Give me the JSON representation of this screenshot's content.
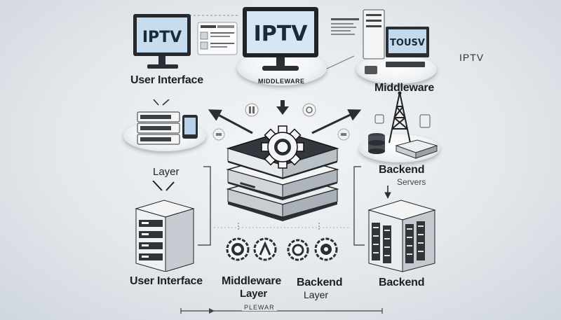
{
  "labels": {
    "top_left_screen": "IPTV",
    "center_screen": "IPTV",
    "center_platform": "MIDDLEWARE",
    "top_right_screen": "TOUSV",
    "iptv_corner": "IPTV",
    "user_interface_top": "User Interface",
    "middleware_top": "Middleware",
    "layer_left": "Layer",
    "backend_right": "Backend",
    "servers_right": "Servers",
    "user_interface_bottom": "User Interface",
    "middleware_layer_line1": "Middleware",
    "middleware_layer_line2": "Layer",
    "backend_layer_line1": "Backend",
    "backend_layer_line2": "Layer",
    "backend_bottom": "Backend",
    "timeline": "PLEWAR"
  },
  "colors": {
    "background": "#e3e8ec",
    "device_dark": "#2b2f35",
    "device_light": "#f0f2f4",
    "screen_blue": "#cfe3f5",
    "text": "#1d1f22"
  }
}
